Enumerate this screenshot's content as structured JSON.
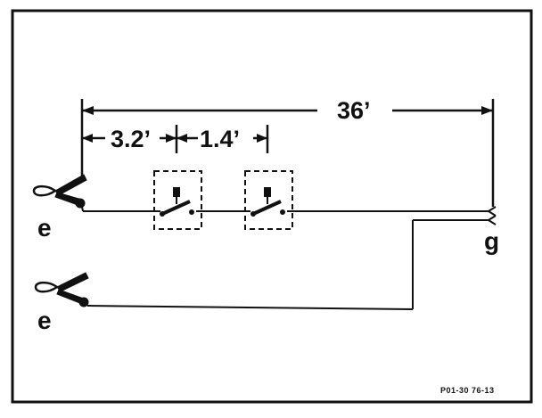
{
  "diagram": {
    "dimensions": {
      "overall": "36’",
      "to_first_switch": "3.2’",
      "between_switches": "1.4’"
    },
    "labels": {
      "upper_clip": "e",
      "lower_clip": "e",
      "ground_end": "g"
    },
    "figure_code": "P01-30 76-13"
  }
}
